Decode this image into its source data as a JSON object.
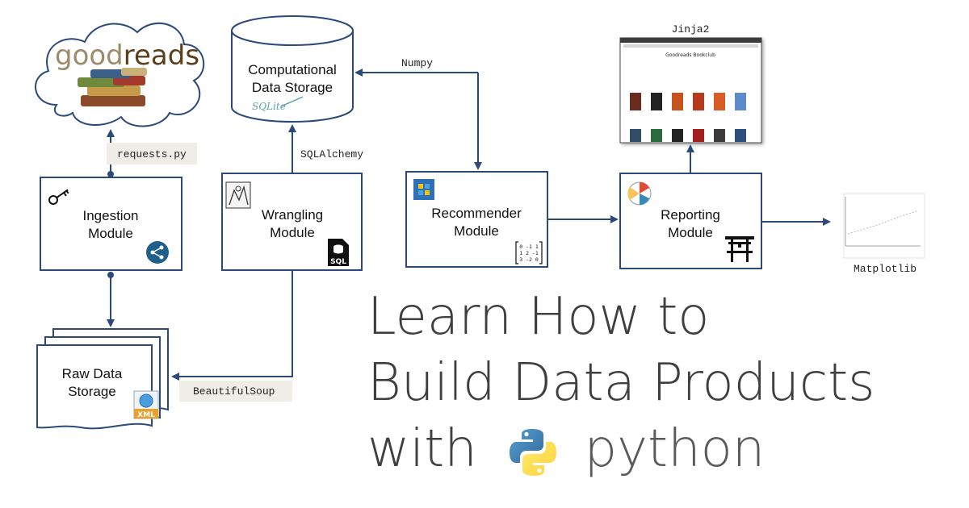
{
  "nodes": {
    "goodreads": {
      "logo_text_left": "good",
      "logo_text_right": "reads"
    },
    "ingestion": {
      "label_line1": "Ingestion",
      "label_line2": "Module"
    },
    "raw_storage": {
      "label_line1": "Raw Data",
      "label_line2": "Storage",
      "badge": "XML"
    },
    "wrangling": {
      "label_line1": "Wrangling",
      "label_line2": "Module",
      "badge": "SQL"
    },
    "computational_storage": {
      "label_line1": "Computational",
      "label_line2": "Data Storage",
      "badge": "SQLite"
    },
    "recommender": {
      "label_line1": "Recommender",
      "label_line2": "Module",
      "matrix": [
        "0 -1  1",
        "1  2 -1",
        "3 -2  0"
      ]
    },
    "reporting": {
      "label_line1": "Reporting",
      "label_line2": "Module"
    }
  },
  "edges": {
    "requests": "requests.py",
    "beautifulsoup": "BeautifulSoup",
    "sqlalchemy": "SQLAlchemy",
    "numpy": "Numpy",
    "jinja2": "Jinja2",
    "matplotlib": "Matplotlib"
  },
  "website": {
    "title": "Goodreads Bookclub"
  },
  "tagline": {
    "line1": "Learn How to",
    "line2": "Build Data Products",
    "line3_prefix": "with",
    "line3_suffix": "python"
  },
  "colors": {
    "edge": "#2b4a7a",
    "box_border": "#2b4a7a",
    "label_bg": "#efeee6",
    "python_blue": "#3872a8",
    "python_yellow": "#f6d145"
  }
}
